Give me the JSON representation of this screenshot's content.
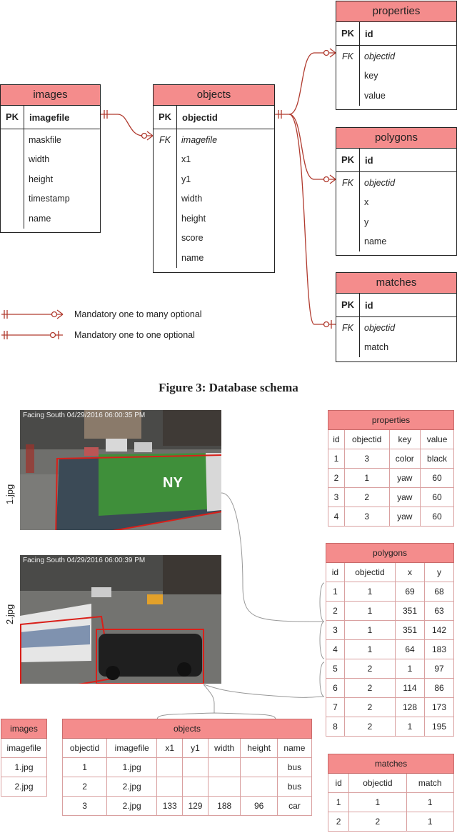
{
  "erd": {
    "images": {
      "title": "images",
      "pk_label": "PK",
      "pk_field": "imagefile",
      "fields": [
        {
          "key": "",
          "name": "maskfile"
        },
        {
          "key": "",
          "name": "width"
        },
        {
          "key": "",
          "name": "height"
        },
        {
          "key": "",
          "name": "timestamp"
        },
        {
          "key": "",
          "name": "name"
        }
      ]
    },
    "objects": {
      "title": "objects",
      "pk_label": "PK",
      "pk_field": "objectid",
      "fields": [
        {
          "key": "FK",
          "name": "imagefile"
        },
        {
          "key": "",
          "name": "x1"
        },
        {
          "key": "",
          "name": "y1"
        },
        {
          "key": "",
          "name": "width"
        },
        {
          "key": "",
          "name": "height"
        },
        {
          "key": "",
          "name": "score"
        },
        {
          "key": "",
          "name": "name"
        }
      ]
    },
    "properties": {
      "title": "properties",
      "pk_label": "PK",
      "pk_field": "id",
      "fields": [
        {
          "key": "FK",
          "name": "objectid"
        },
        {
          "key": "",
          "name": "key"
        },
        {
          "key": "",
          "name": "value"
        }
      ]
    },
    "polygons": {
      "title": "polygons",
      "pk_label": "PK",
      "pk_field": "id",
      "fields": [
        {
          "key": "FK",
          "name": "objectid"
        },
        {
          "key": "",
          "name": "x"
        },
        {
          "key": "",
          "name": "y"
        },
        {
          "key": "",
          "name": "name"
        }
      ]
    },
    "matches": {
      "title": "matches",
      "pk_label": "PK",
      "pk_field": "id",
      "fields": [
        {
          "key": "FK",
          "name": "objectid"
        },
        {
          "key": "",
          "name": "match"
        }
      ]
    }
  },
  "legend": {
    "one_to_many": "Mandatory one to many optional",
    "one_to_one": "Mandatory one to one optional"
  },
  "caption": "Figure 3: Database schema",
  "photos": {
    "p1": {
      "label": "1.jpg",
      "stamp": "Facing South     04/29/2016 06:00:35 PM",
      "ad_text": "NY"
    },
    "p2": {
      "label": "2.jpg",
      "stamp": "Facing South     04/29/2016 06:00:39 PM"
    }
  },
  "tables": {
    "properties": {
      "title": "properties",
      "columns": [
        "id",
        "objectid",
        "key",
        "value"
      ],
      "rows": [
        [
          "1",
          "3",
          "color",
          "black"
        ],
        [
          "2",
          "1",
          "yaw",
          "60"
        ],
        [
          "3",
          "2",
          "yaw",
          "60"
        ],
        [
          "4",
          "3",
          "yaw",
          "60"
        ]
      ]
    },
    "polygons": {
      "title": "polygons",
      "columns": [
        "id",
        "objectid",
        "x",
        "y"
      ],
      "rows": [
        [
          "1",
          "1",
          "69",
          "68"
        ],
        [
          "2",
          "1",
          "351",
          "63"
        ],
        [
          "3",
          "1",
          "351",
          "142"
        ],
        [
          "4",
          "1",
          "64",
          "183"
        ],
        [
          "5",
          "2",
          "1",
          "97"
        ],
        [
          "6",
          "2",
          "114",
          "86"
        ],
        [
          "7",
          "2",
          "128",
          "173"
        ],
        [
          "8",
          "2",
          "1",
          "195"
        ]
      ]
    },
    "images": {
      "title": "images",
      "columns": [
        "imagefile"
      ],
      "rows": [
        [
          "1.jpg"
        ],
        [
          "2.jpg"
        ]
      ]
    },
    "objects": {
      "title": "objects",
      "columns": [
        "objectid",
        "imagefile",
        "x1",
        "y1",
        "width",
        "height",
        "name"
      ],
      "rows": [
        [
          "1",
          "1.jpg",
          "",
          "",
          "",
          "",
          "bus"
        ],
        [
          "2",
          "2.jpg",
          "",
          "",
          "",
          "",
          "bus"
        ],
        [
          "3",
          "2.jpg",
          "133",
          "129",
          "188",
          "96",
          "car"
        ]
      ]
    },
    "matches": {
      "title": "matches",
      "columns": [
        "id",
        "objectid",
        "match"
      ],
      "rows": [
        [
          "1",
          "1",
          "1"
        ],
        [
          "2",
          "2",
          "1"
        ]
      ]
    }
  },
  "colors": {
    "header": "#f48c8c",
    "line": "#b03a2e"
  }
}
